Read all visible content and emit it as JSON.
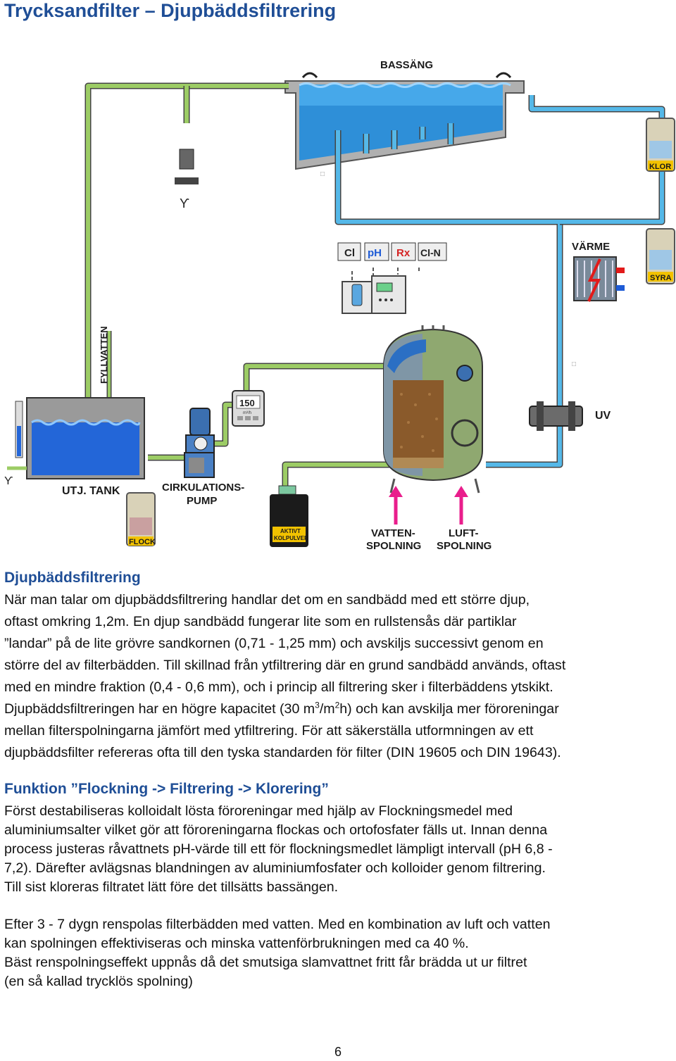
{
  "page": {
    "title": "Trycksandfilter – Djupbäddsfiltrering",
    "page_number": "6"
  },
  "diagram": {
    "labels": {
      "pool": "BASSÄNG",
      "chlorine": "KLOR",
      "acid": "SYRA",
      "heat": "VÄRME",
      "uv": "UV",
      "make_up_water": "FYLLVATTEN",
      "balance_tank": "UTJ. TANK",
      "circ_pump_1": "CIRKULATIONS-",
      "circ_pump_2": "PUMP",
      "flock": "FLOCK",
      "carbon_1": "AKTIVT",
      "carbon_2": "KOLPULVER",
      "water_flush_1": "VATTEN-",
      "water_flush_2": "SPOLNING",
      "air_flush_1": "LUFT-",
      "air_flush_2": "SPOLNING",
      "flow_display": "150",
      "flow_unit": "m³/h"
    },
    "sensors": [
      "Cl",
      "pH",
      "Rx",
      "Cl-N"
    ],
    "colors": {
      "water": "#1e6fd0",
      "clean_pipe": "#55b8e8",
      "dirty_pipe": "#9ccc65",
      "sand": "#8a5a2b",
      "tank": "#8fa870",
      "heading": "#1f4e96"
    }
  },
  "section1": {
    "heading": "Djupbäddsfiltrering",
    "lines": [
      "När man talar om djupbäddsfiltrering handlar det om en sandbädd med ett större djup,",
      "oftast omkring 1,2m. En djup sandbädd fungerar lite som en rullstensås där partiklar",
      "”landar” på de lite grövre sandkornen (0,71 - 1,25 mm) och avskiljs successivt genom en",
      "större del av filterbädden. Till skillnad från ytfiltrering där en grund sandbädd används, oftast",
      "med en mindre fraktion (0,4 - 0,6 mm), och i princip all filtrering sker i filterbäddens ytskikt."
    ],
    "capacity_line": {
      "before": "Djupbäddsfiltreringen har en högre kapacitet (30 m",
      "sup1": "3",
      "middle": "/m",
      "sup2": "2",
      "after": "h) och kan avskilja mer föroreningar"
    },
    "lines_after": [
      "mellan filterspolningarna jämfört med ytfiltrering. För att säkerställa utformningen av ett",
      "djupbäddsfilter refereras ofta till den tyska standarden för filter (DIN 19605 och DIN 19643)."
    ]
  },
  "section2": {
    "heading": "Funktion ”Flockning -> Filtrering -> Klorering”",
    "lines": [
      "Först destabiliseras kolloidalt lösta föroreningar med hjälp av Flockningsmedel med",
      "aluminiumsalter vilket gör att föroreningarna flockas och ortofosfater fälls ut. Innan denna",
      "process justeras råvattnets pH-värde till ett för flockningsmedlet lämpligt intervall (pH 6,8 -",
      "7,2). Därefter avlägsnas blandningen av aluminiumfosfater och kolloider genom filtrering.",
      "Till sist kloreras filtratet lätt före det tillsätts bassängen."
    ],
    "lines2": [
      "Efter 3 - 7 dygn renspolas filterbädden med vatten. Med en kombination av luft och vatten",
      "kan spolningen effektiviseras och minska vattenförbrukningen med ca 40 %.",
      "Bäst renspolningseffekt uppnås då det smutsiga slamvattnet fritt får brädda ut ur filtret",
      "(en så kallad trycklös spolning)"
    ]
  }
}
